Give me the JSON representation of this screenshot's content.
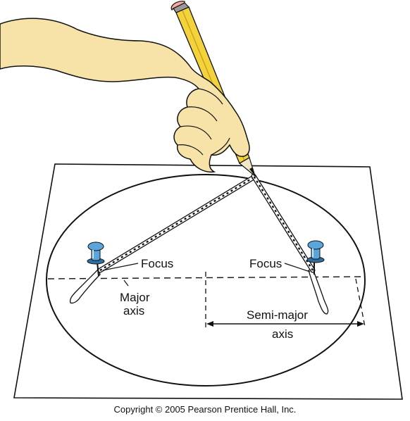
{
  "labels": {
    "focus_left": "Focus",
    "focus_right": "Focus",
    "major_axis_line1": "Major",
    "major_axis_line2": "axis",
    "semi_major_line1": "Semi-major",
    "semi_major_line2": "axis"
  },
  "copyright": "Copyright © 2005 Pearson Prentice Hall, Inc.",
  "colors": {
    "paper": "#ffffff",
    "ink": "#111111",
    "skin": "#f7e3a8",
    "pencil_body": "#f3d23c",
    "pin": "#5aa6dc",
    "pin_dark": "#2f6e9e"
  }
}
